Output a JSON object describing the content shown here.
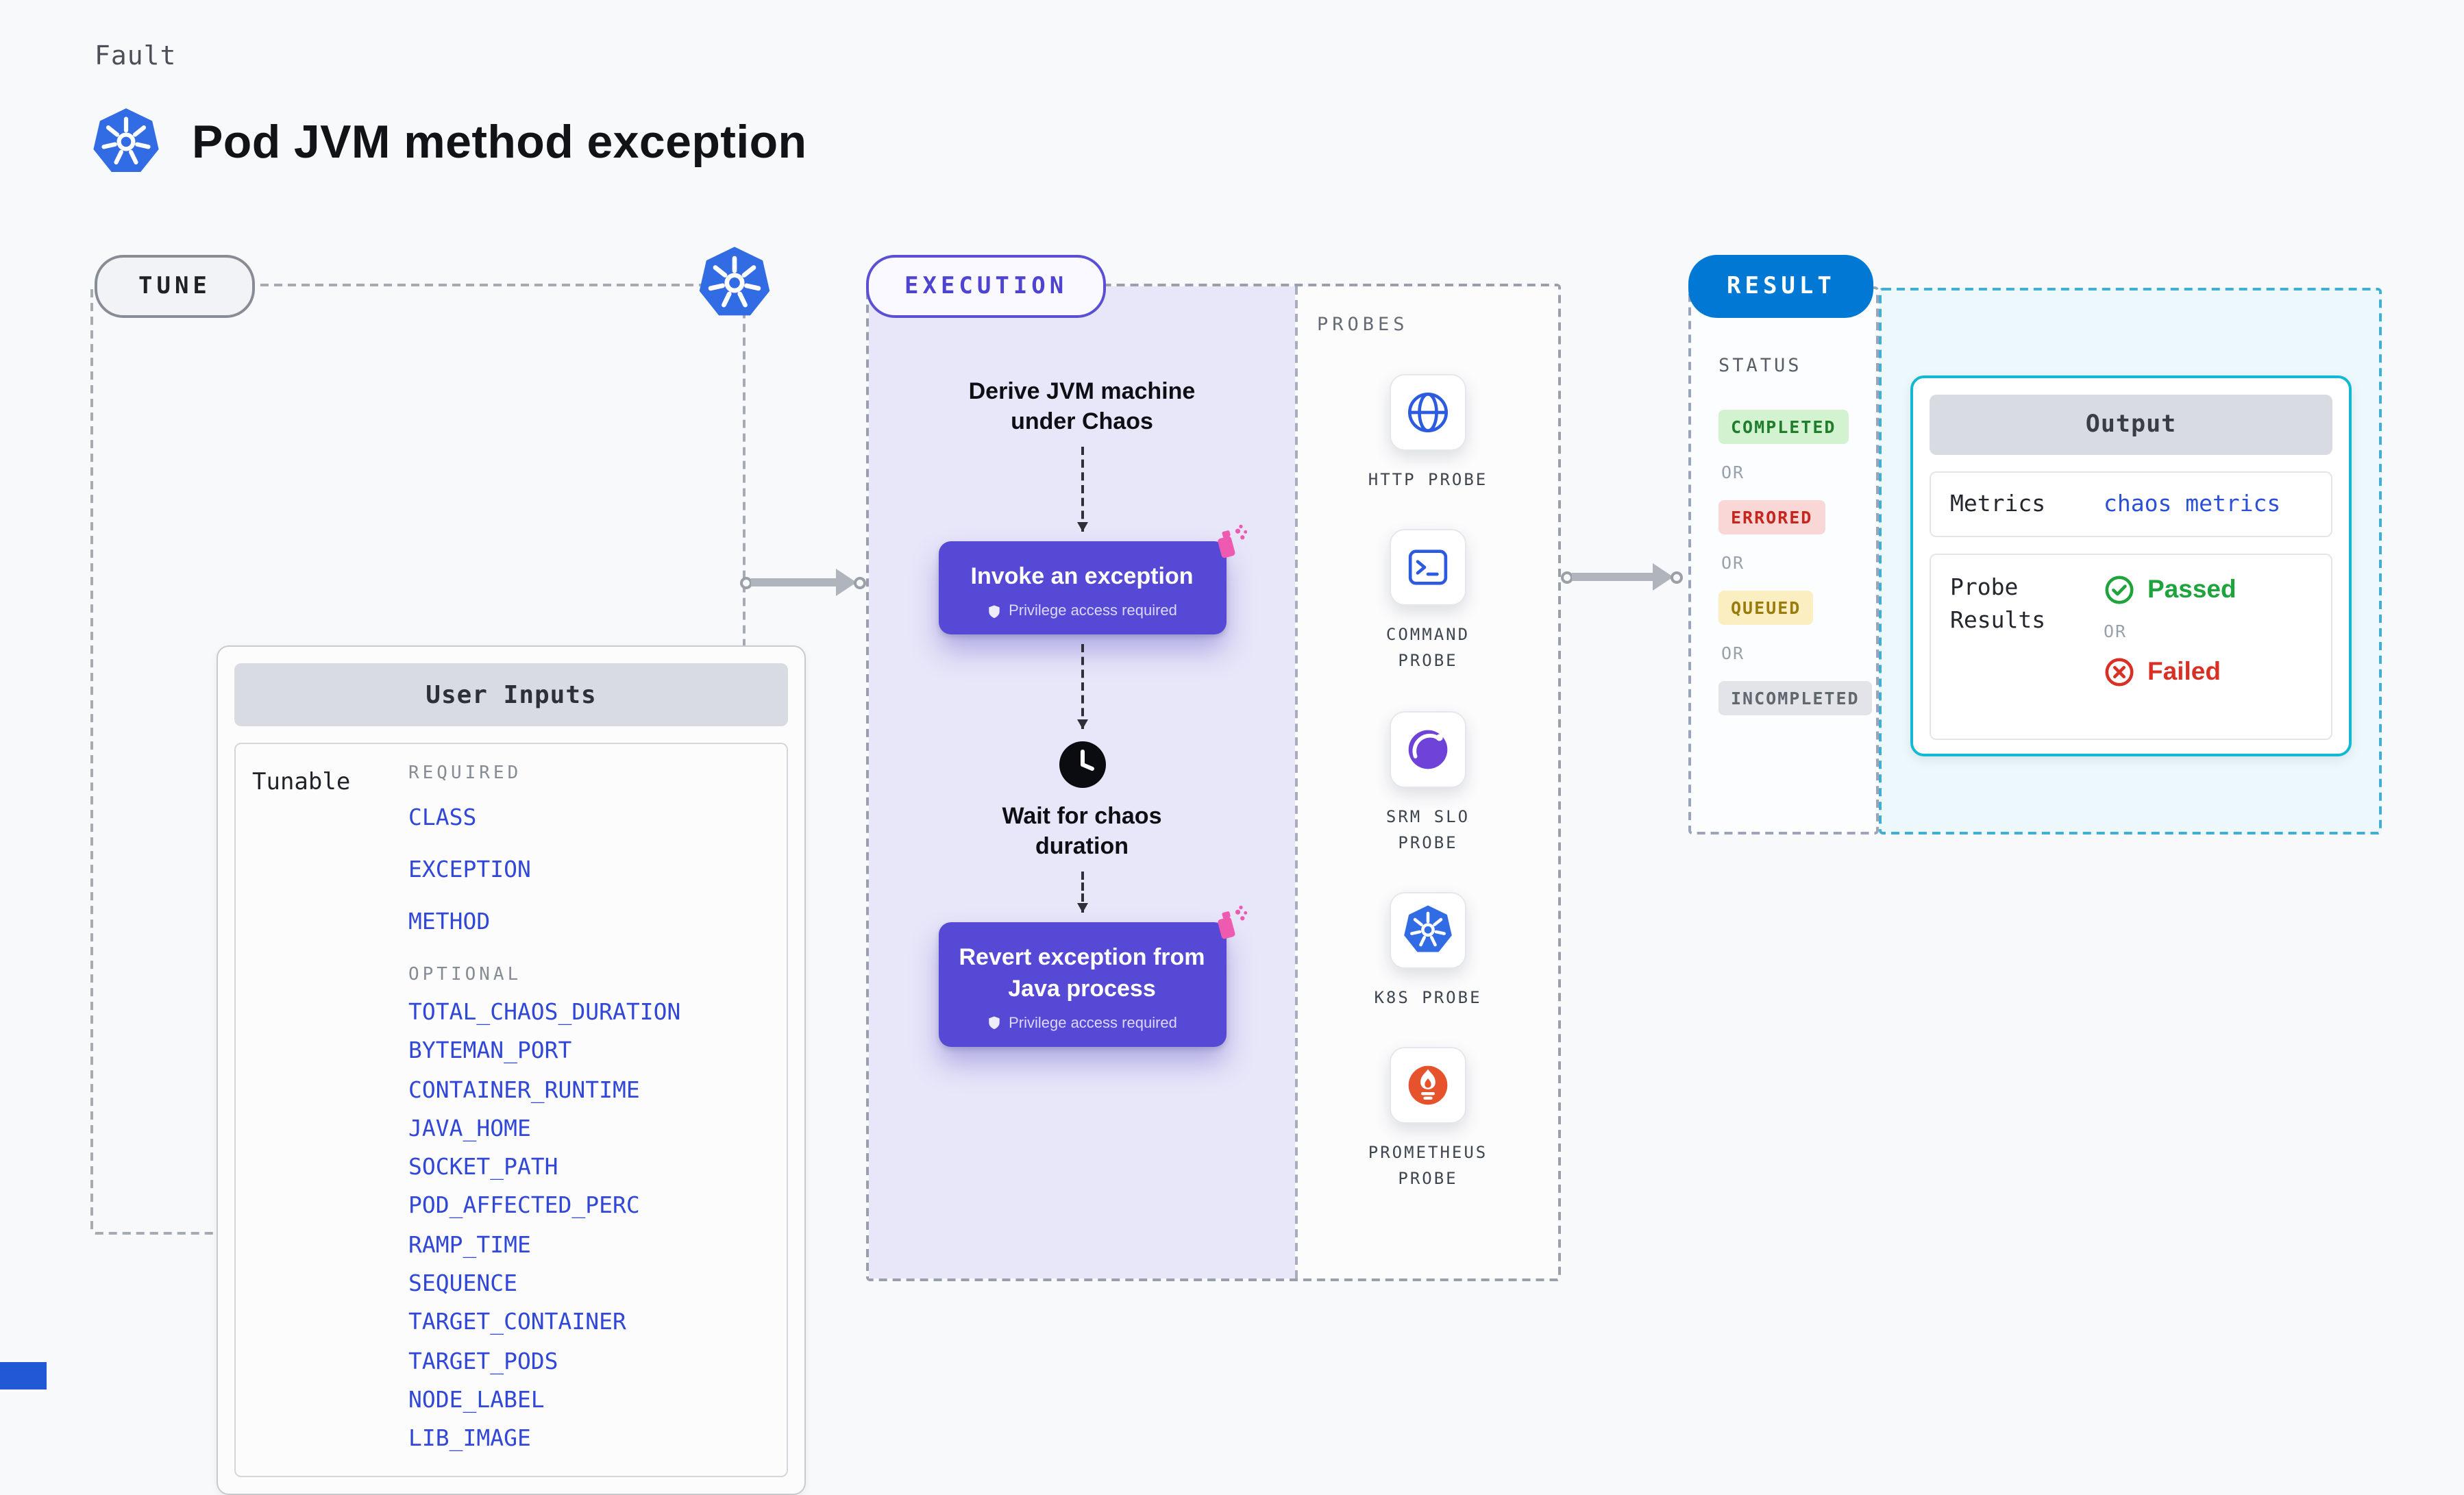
{
  "page": {
    "kicker": "Fault",
    "title": "Pod JVM method exception"
  },
  "tune": {
    "label": "TUNE",
    "card_title": "User Inputs",
    "tunable_label": "Tunable",
    "required_label": "REQUIRED",
    "required": [
      "CLASS",
      "EXCEPTION",
      "METHOD"
    ],
    "optional_label": "OPTIONAL",
    "optional": [
      "TOTAL_CHAOS_DURATION",
      "BYTEMAN_PORT",
      "CONTAINER_RUNTIME",
      "JAVA_HOME",
      "SOCKET_PATH",
      "POD_AFFECTED_PERC",
      "RAMP_TIME",
      "SEQUENCE",
      "TARGET_CONTAINER",
      "TARGET_PODS",
      "NODE_LABEL",
      "LIB_IMAGE"
    ]
  },
  "execution": {
    "label": "EXECUTION",
    "steps": [
      {
        "type": "text",
        "label": "Derive JVM machine under Chaos"
      },
      {
        "type": "action",
        "label": "Invoke an exception",
        "badge": "Privilege access required"
      },
      {
        "type": "wait",
        "label": "Wait for chaos duration"
      },
      {
        "type": "action",
        "label": "Revert exception from Java process",
        "badge": "Privilege access required"
      }
    ]
  },
  "probes": {
    "label": "PROBES",
    "items": [
      {
        "name": "HTTP PROBE",
        "icon": "globe-icon"
      },
      {
        "name": "COMMAND PROBE",
        "icon": "terminal-icon"
      },
      {
        "name": "SRM SLO PROBE",
        "icon": "gauge-icon"
      },
      {
        "name": "K8S PROBE",
        "icon": "kubernetes-icon"
      },
      {
        "name": "PROMETHEUS PROBE",
        "icon": "flame-icon"
      }
    ]
  },
  "result": {
    "label": "RESULT",
    "status_label": "STATUS",
    "or_label": "OR",
    "statuses": [
      {
        "label": "COMPLETED",
        "color": "#1f7d2c"
      },
      {
        "label": "ERRORED",
        "color": "#c5271f"
      },
      {
        "label": "QUEUED",
        "color": "#9a7b10"
      },
      {
        "label": "INCOMPLETED",
        "color": "#61676f"
      }
    ],
    "output": {
      "title": "Output",
      "metrics_label": "Metrics",
      "metrics_value": "chaos metrics",
      "probe_results_label": "Probe Results",
      "passed_label": "Passed",
      "failed_label": "Failed"
    }
  },
  "colors": {
    "accent_purple": "#5549d5",
    "execution_bg": "#e8e6f9",
    "result_blue": "#0278d5",
    "output_border": "#12b9d3",
    "param_blue": "#3147d6",
    "passed_green": "#1fa33c",
    "failed_red": "#d93025",
    "kubernetes_blue": "#326ce5",
    "prometheus_orange": "#e6522c",
    "spray_pink": "#ee5aaf"
  }
}
